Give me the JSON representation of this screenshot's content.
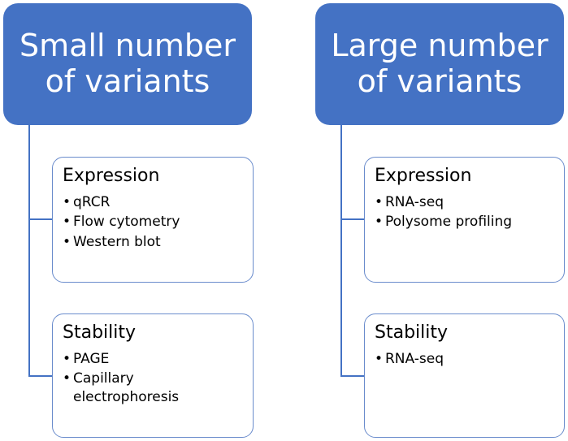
{
  "columns": [
    {
      "header": [
        "Small number",
        "of variants"
      ],
      "cards": [
        {
          "title": "Expression",
          "items": [
            "qRCR",
            "Flow cytometry",
            "Western blot"
          ]
        },
        {
          "title": "Stability",
          "items": [
            "PAGE",
            "Capillary electrophoresis"
          ]
        }
      ]
    },
    {
      "header": [
        "Large number",
        "of variants"
      ],
      "cards": [
        {
          "title": "Expression",
          "items": [
            "RNA-seq",
            "Polysome profiling"
          ]
        },
        {
          "title": "Stability",
          "items": [
            "RNA-seq"
          ]
        }
      ]
    }
  ],
  "colors": {
    "header_fill": "#4472c4",
    "card_border": "#6a8ccc",
    "connector": "#4472c4"
  }
}
